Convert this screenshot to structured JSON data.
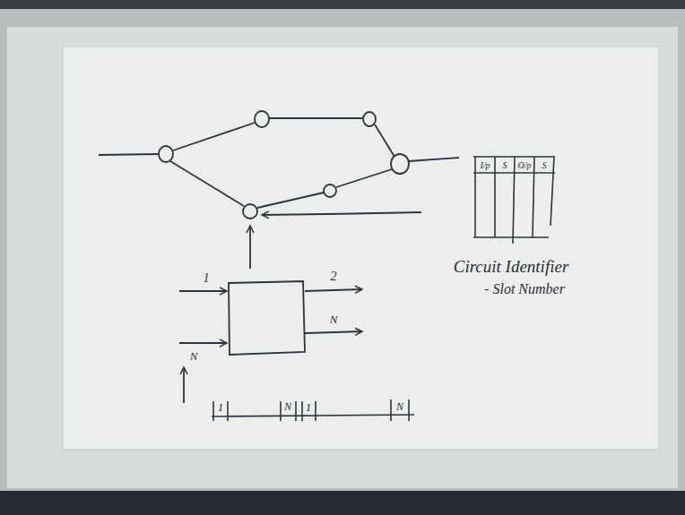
{
  "diagram": {
    "labels": [
      "I/p",
      "S",
      "O/p",
      "S",
      "Circuit Identifier",
      "- Slot Number",
      "1",
      "N",
      "2",
      "N",
      "1",
      "N",
      "1",
      "N"
    ]
  }
}
